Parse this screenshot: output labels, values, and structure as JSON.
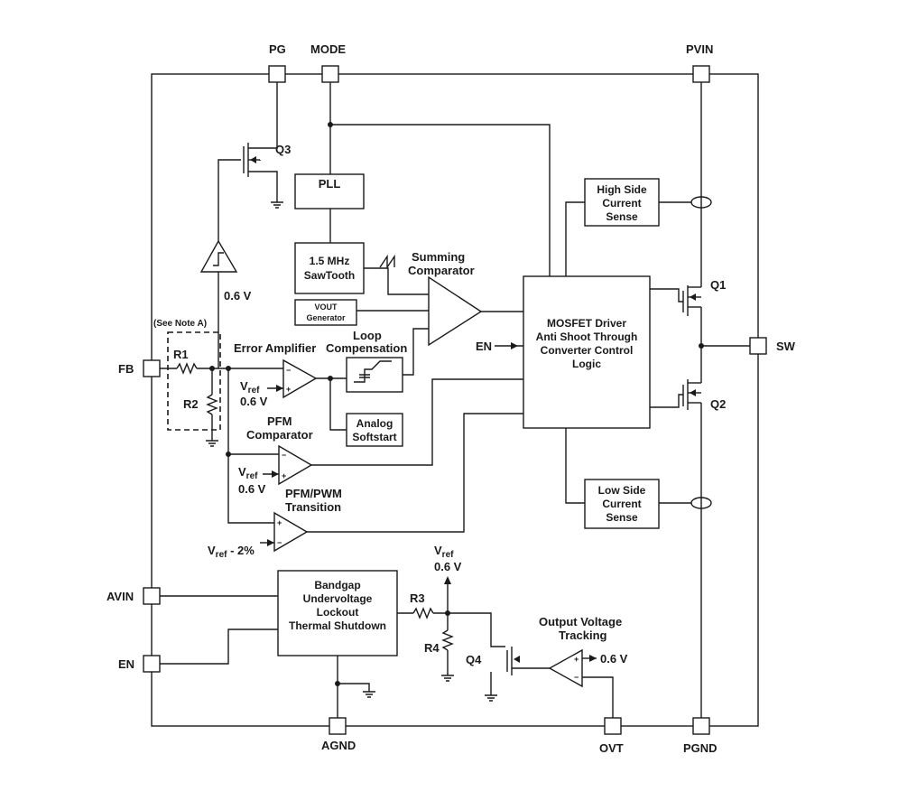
{
  "pins": {
    "pg": "PG",
    "mode": "MODE",
    "pvin": "PVIN",
    "fb": "FB",
    "sw": "SW",
    "avin": "AVIN",
    "en": "EN",
    "agnd": "AGND",
    "ovt": "OVT",
    "pgnd": "PGND"
  },
  "blocks": {
    "pll": "PLL",
    "sawtooth": [
      "1.5 MHz",
      "SawTooth"
    ],
    "vout_gen": [
      "VOUT",
      "Generator"
    ],
    "high_side": [
      "High Side",
      "Current",
      "Sense"
    ],
    "low_side": [
      "Low Side",
      "Current",
      "Sense"
    ],
    "driver": [
      "MOSFET Driver",
      "Anti Shoot Through",
      "Converter Control",
      "Logic"
    ],
    "softstart": [
      "Analog",
      "Softstart"
    ],
    "bandgap": [
      "Bandgap",
      "Undervoltage",
      "Lockout",
      "Thermal Shutdown"
    ]
  },
  "labels": {
    "summing": [
      "Summing",
      "Comparator"
    ],
    "loop": [
      "Loop",
      "Compensation"
    ],
    "error_amp": "Error Amplifier",
    "pfm_comp": [
      "PFM",
      "Comparator"
    ],
    "pfm_pwm": [
      "PFM/PWM",
      "Transition"
    ],
    "output_tracking": [
      "Output Voltage",
      "Tracking"
    ],
    "note": "(See Note A)",
    "en_internal": "EN",
    "vref_main": "V",
    "vref_sub": "ref",
    "v06": "0.6 V",
    "vref_minus": " - 2%"
  },
  "components": {
    "q1": "Q1",
    "q2": "Q2",
    "q3": "Q3",
    "q4": "Q4",
    "r1": "R1",
    "r2": "R2",
    "r3": "R3",
    "r4": "R4"
  }
}
